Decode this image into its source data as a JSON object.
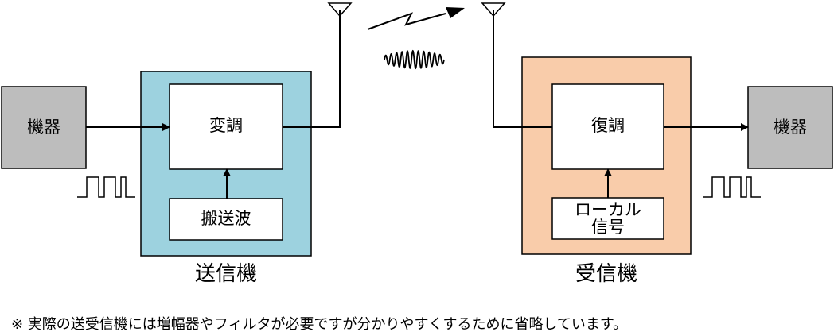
{
  "colors": {
    "transmitter_fill": "#9dd2df",
    "receiver_fill": "#f9ccaa",
    "device_fill": "#bdbdbd",
    "line": "#000000",
    "box_fill": "#ffffff"
  },
  "transmitter": {
    "caption": "送信機",
    "modulator_label": "変調",
    "carrier_label": "搬送波"
  },
  "receiver": {
    "caption": "受信機",
    "demodulator_label": "復調",
    "local_signal_label": "ローカル\n信号"
  },
  "devices": {
    "source_label": "機器",
    "sink_label": "機器"
  },
  "note": "※ 実際の送受信機には増幅器やフィルタが必要ですが分かりやすくするために省略しています。",
  "icons": [
    "antenna-icon",
    "lightning-icon",
    "sine-wave-icon",
    "pulse-wave-icon",
    "arrow-head-icon"
  ]
}
